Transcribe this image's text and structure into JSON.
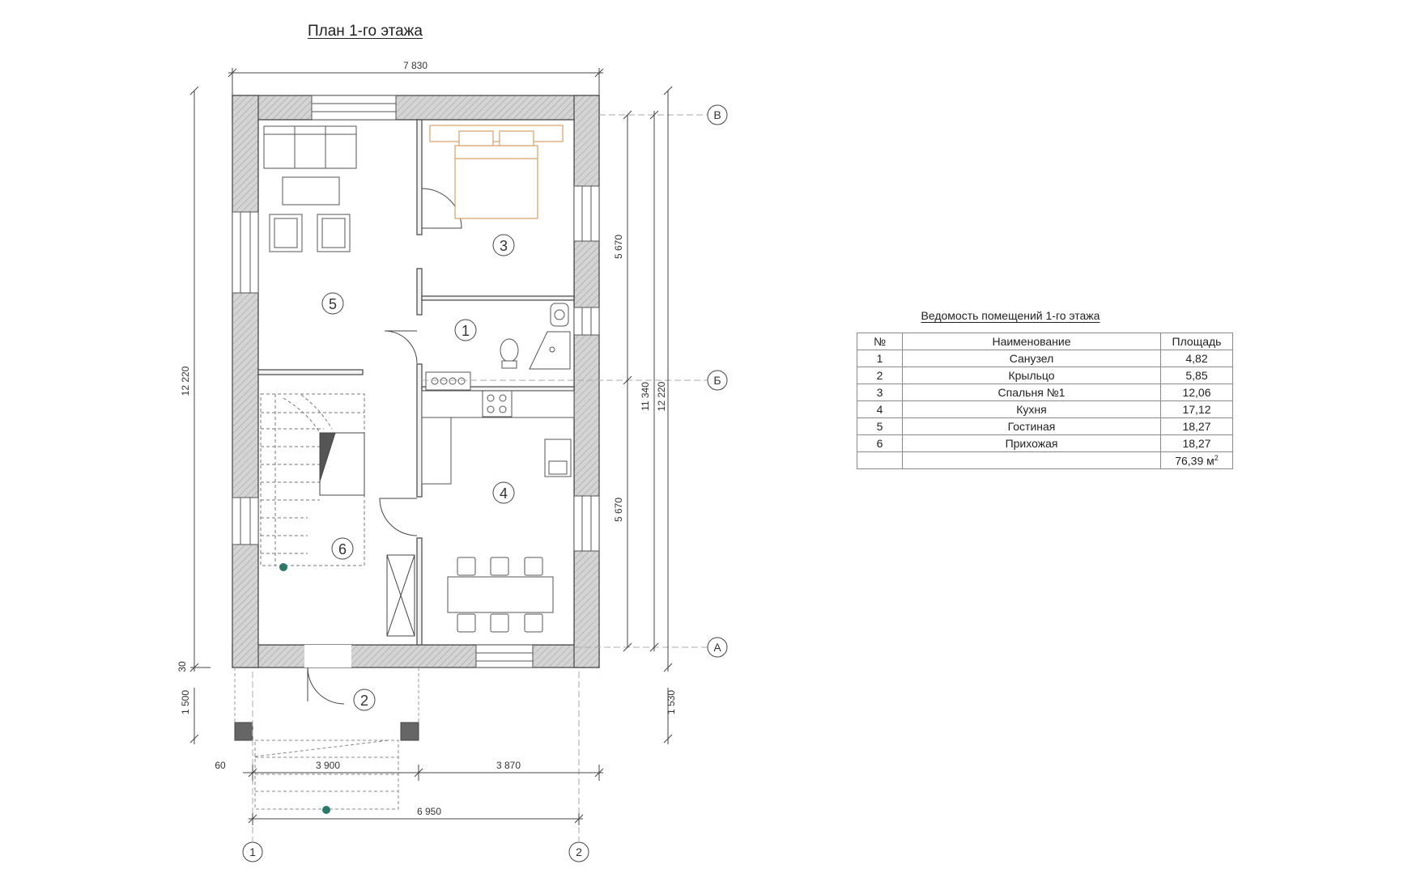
{
  "title": "План 1-го этажа",
  "dimensions": {
    "top_width": "7 830",
    "left_height": "12 220",
    "upper_span": "5 670",
    "lower_span": "5 670",
    "inner_height": "11 340",
    "outer_height": "12 220",
    "porch_left": "1 500",
    "porch_right": "1 530",
    "step_offset": "30",
    "bottom_small": "60",
    "bottom_left": "3 900",
    "bottom_right": "3 870",
    "bottom_total": "6 950"
  },
  "axes": {
    "v": "В",
    "b": "Б",
    "a": "А",
    "one": "1",
    "two": "2"
  },
  "room_numbers": [
    "1",
    "2",
    "3",
    "4",
    "5",
    "6"
  ],
  "schedule": {
    "title": "Ведомость помещений 1-го этажа",
    "headers": {
      "num": "№",
      "name": "Наименование",
      "area": "Площадь"
    },
    "rows": [
      {
        "num": "1",
        "name": "Санузел",
        "area": "4,82"
      },
      {
        "num": "2",
        "name": "Крыльцо",
        "area": "5,85"
      },
      {
        "num": "3",
        "name": "Спальня №1",
        "area": "12,06"
      },
      {
        "num": "4",
        "name": "Кухня",
        "area": "17,12"
      },
      {
        "num": "5",
        "name": "Гостиная",
        "area": "18,27"
      },
      {
        "num": "6",
        "name": "Прихожая",
        "area": "18,27"
      }
    ],
    "total": "76,39 м",
    "total_sup": "2"
  },
  "colors": {
    "wall_fill": "#cfcfcf",
    "line": "#444444",
    "bed": "#d9a068",
    "marker": "#2a7a6c"
  }
}
